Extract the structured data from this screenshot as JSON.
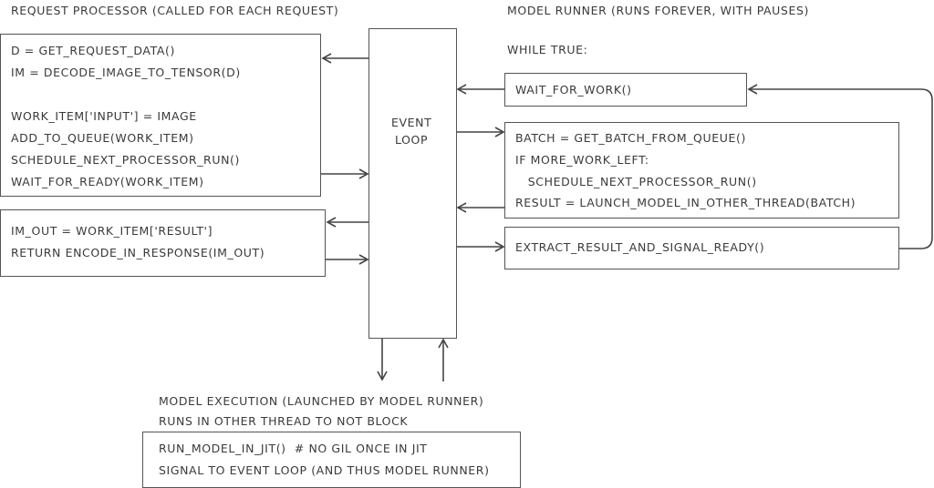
{
  "request_processor": {
    "title": "REQUEST PROCESSOR (CALLED FOR EACH REQUEST)",
    "box1": [
      "D = GET_REQUEST_DATA()",
      "IM = DECODE_IMAGE_TO_TENSOR(D)",
      "",
      "WORK_ITEM['INPUT'] = IMAGE",
      "ADD_TO_QUEUE(WORK_ITEM)",
      "SCHEDULE_NEXT_PROCESSOR_RUN()",
      "WAIT_FOR_READY(WORK_ITEM)"
    ],
    "box2": [
      "IM_OUT = WORK_ITEM['RESULT']",
      "RETURN ENCODE_IN_RESPONSE(IM_OUT)"
    ]
  },
  "event_loop": {
    "label_line1": "EVENT",
    "label_line2": "LOOP"
  },
  "model_runner": {
    "title": "MODEL RUNNER (RUNS FOREVER, WITH PAUSES)",
    "while": "WHILE TRUE:",
    "box1": [
      "WAIT_FOR_WORK()"
    ],
    "box2": [
      "BATCH = GET_BATCH_FROM_QUEUE()",
      "IF MORE_WORK_LEFT:",
      "   SCHEDULE_NEXT_PROCESSOR_RUN()",
      "RESULT = LAUNCH_MODEL_IN_OTHER_THREAD(BATCH)"
    ],
    "box3": [
      "EXTRACT_RESULT_AND_SIGNAL_READY()"
    ]
  },
  "model_execution": {
    "title_line1": "MODEL EXECUTION (LAUNCHED BY MODEL RUNNER)",
    "title_line2": "RUNS IN OTHER THREAD TO NOT BLOCK",
    "box": [
      "RUN_MODEL_IN_JIT()  # NO GIL ONCE IN JIT",
      "SIGNAL TO EVENT LOOP (AND THUS MODEL RUNNER)"
    ]
  }
}
